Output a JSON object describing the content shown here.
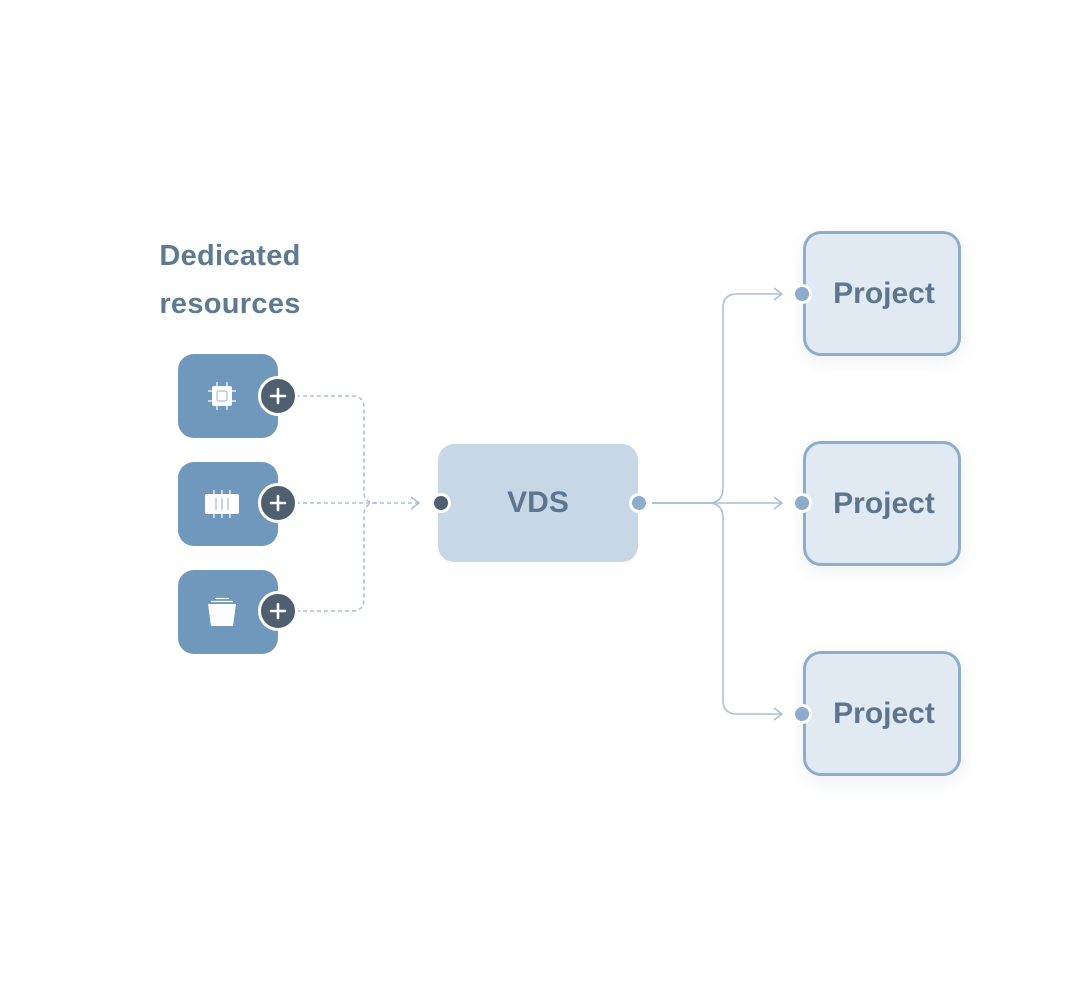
{
  "diagram": {
    "resources_title_line1": "Dedicated",
    "resources_title_line2": "resources",
    "resources": [
      {
        "name": "cpu",
        "icon": "cpu-chip-icon",
        "add_icon": "plus-icon"
      },
      {
        "name": "ram",
        "icon": "memory-module-icon",
        "add_icon": "plus-icon"
      },
      {
        "name": "storage",
        "icon": "storage-disk-icon",
        "add_icon": "plus-icon"
      }
    ],
    "center_node": {
      "label": "VDS"
    },
    "projects": [
      {
        "label": "Project"
      },
      {
        "label": "Project"
      },
      {
        "label": "Project"
      }
    ],
    "edges": [
      {
        "from": "cpu",
        "to": "VDS",
        "style": "dashed"
      },
      {
        "from": "ram",
        "to": "VDS",
        "style": "dashed"
      },
      {
        "from": "storage",
        "to": "VDS",
        "style": "dashed"
      },
      {
        "from": "VDS",
        "to": "Project 1",
        "style": "solid"
      },
      {
        "from": "VDS",
        "to": "Project 2",
        "style": "solid"
      },
      {
        "from": "VDS",
        "to": "Project 3",
        "style": "solid"
      }
    ],
    "colors": {
      "resource_fill": "#7098bc",
      "plus_fill": "#4f5f70",
      "vds_fill": "#c7d7e5",
      "project_fill": "#e1eaf3",
      "project_border": "#8eaccb",
      "text": "#5c7690",
      "wire": "#a9c0d6"
    }
  }
}
